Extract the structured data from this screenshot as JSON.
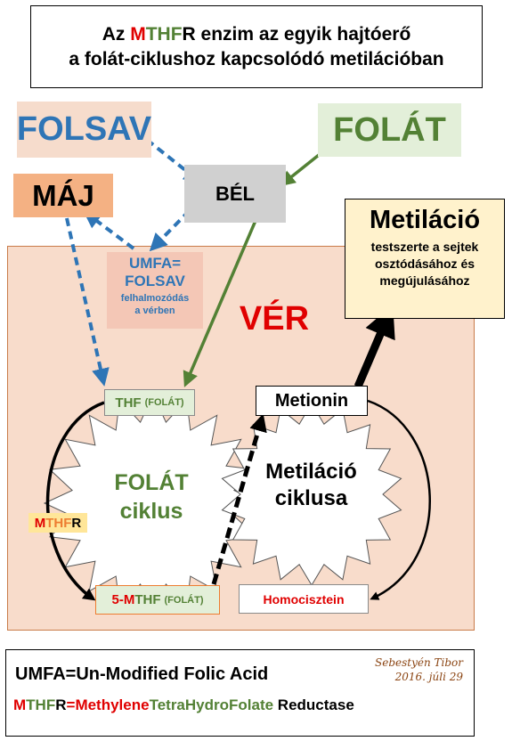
{
  "title": {
    "line1_prefix": "Az ",
    "line1_m": "M",
    "line1_thf": "THF",
    "line1_r": "R",
    "line1_rest": " enzim az egyik hajtóerő",
    "line2": "a folát-ciklushoz kapcsolódó metilációban"
  },
  "nodes": {
    "folsav": "FOLSAV",
    "folat": "FOLÁT",
    "maj": "MÁJ",
    "bel": "BÉL",
    "umfa_line1": "UMFA=",
    "umfa_line2": "FOLSAV",
    "umfa_line3a": "felhalmozódás",
    "umfa_line3b": "a vérben",
    "metilacio_title": "Metiláció",
    "metilacio_line1": "testszerte a sejtek",
    "metilacio_line2": "osztódásához és",
    "metilacio_line3": "megújulásához",
    "ver": "VÉR",
    "thf_main": "THF",
    "thf_sub": "(FOLÁT)",
    "mthf_prefix": "5- ",
    "mthf_m": "M",
    "mthf_thf": "THF",
    "mthf_sub": "(FOLÁT)",
    "metionin": "Metionin",
    "homocisztein": "Homocisztein",
    "mthfr_m": "M",
    "mthfr_thf": "THF",
    "mthfr_r": "R"
  },
  "cycles": {
    "folat_line1": "FOLÁT",
    "folat_line2": "ciklus",
    "metil_line1": "Metiláció",
    "metil_line2": "ciklusa"
  },
  "legend": {
    "umfa": "UMFA=Un-Modified Folic Acid",
    "m": "M",
    "thf": "THF",
    "r": "R",
    "eq": "=",
    "methylene": "Methylene",
    "tetrahydrofolate": "TetraHydroFolate",
    "reductase": " Reductase",
    "sig_name": "Sebestyén Tibor",
    "sig_date": "2016. júli 29"
  },
  "colors": {
    "red": "#e00000",
    "green": "#538135",
    "blue": "#2e75b6",
    "blood_bg": "#f8dccb",
    "note_bg": "#fff2cc"
  }
}
